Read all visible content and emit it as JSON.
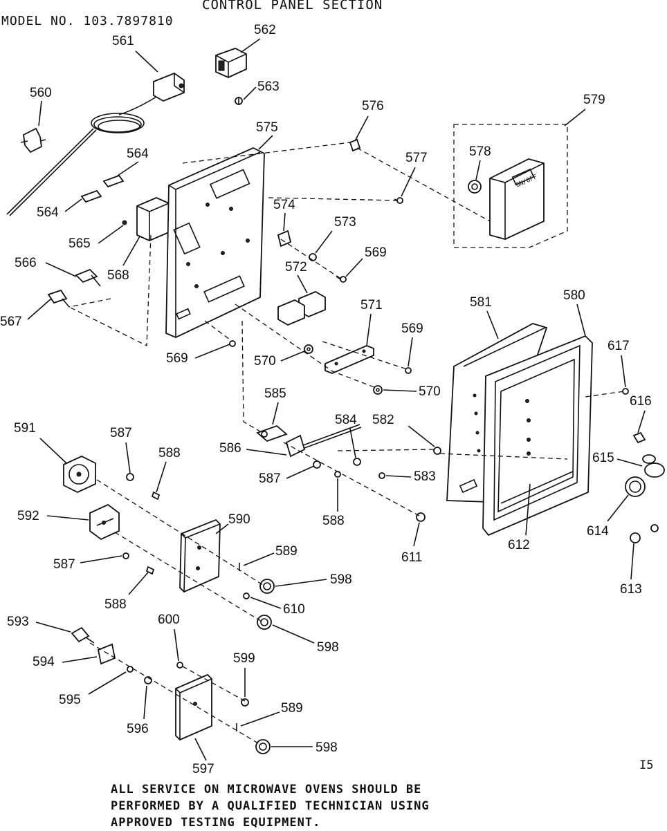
{
  "header": {
    "title": "CONTROL PANEL SECTION",
    "model": "MODEL NO. 103.7897810",
    "page_number": "I5"
  },
  "footer_note": {
    "lines": [
      "ALL SERVICE ON MICROWAVE OVENS SHOULD BE",
      "PERFORMED BY A QUALIFIED TECHNICIAN USING",
      "APPROVED TESTING EQUIPMENT."
    ]
  },
  "callouts": [
    "560",
    "561",
    "562",
    "563",
    "564",
    "564",
    "565",
    "566",
    "567",
    "568",
    "569",
    "569",
    "569",
    "570",
    "570",
    "571",
    "572",
    "573",
    "574",
    "575",
    "576",
    "577",
    "578",
    "579",
    "580",
    "581",
    "582",
    "583",
    "584",
    "585",
    "586",
    "587",
    "587",
    "587",
    "588",
    "588",
    "588",
    "589",
    "589",
    "590",
    "591",
    "592",
    "593",
    "594",
    "595",
    "596",
    "597",
    "598",
    "598",
    "598",
    "599",
    "600",
    "610",
    "611",
    "612",
    "613",
    "614",
    "615",
    "616",
    "617"
  ],
  "panel_label": "ON/OFF"
}
